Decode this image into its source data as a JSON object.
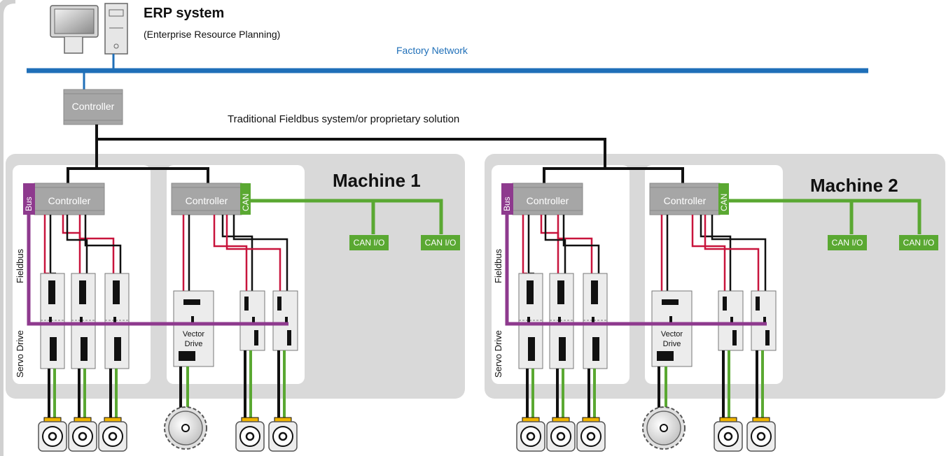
{
  "erp": {
    "title": "ERP system",
    "subtitle": "(Enterprise Resource Planning)"
  },
  "network": {
    "label": "Factory Network"
  },
  "fieldbus_system": {
    "label": "Traditional Fieldbus system/or proprietary solution"
  },
  "controller_label": "Controller",
  "bus_label": "Bus",
  "can_label": "CAN",
  "can_io_label": "CAN I/O",
  "fieldbus_label": "Fieldbus",
  "servo_drive_label": "Servo Drive",
  "vector_drive_label_line1": "Vector",
  "vector_drive_label_line2": "Drive",
  "machines": [
    {
      "title": "Machine 1"
    },
    {
      "title": "Machine 2"
    }
  ],
  "colors": {
    "factory_network": "#1f6fb8",
    "fieldbus": "#8e3a8e",
    "can_bus": "#5aa832",
    "power_cable": "#c8143c",
    "motor_mount": "#f0b400",
    "controller": "#a6a6a6",
    "machine_area": "#d9d9d9"
  }
}
